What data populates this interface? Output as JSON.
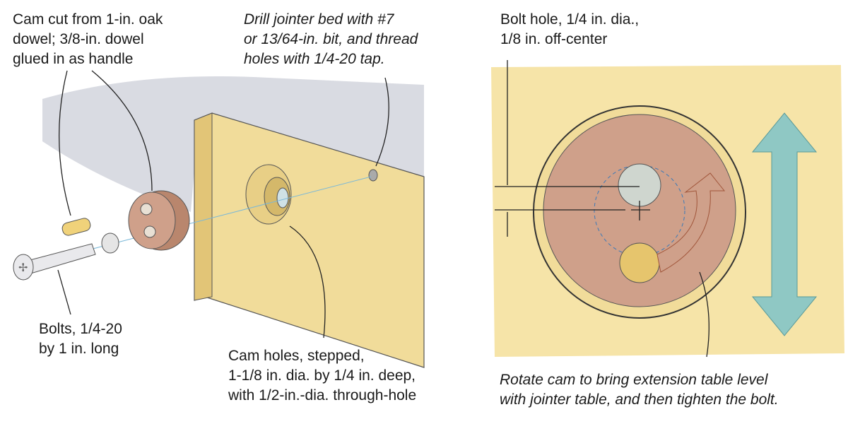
{
  "labels": {
    "cam_cut": [
      "Cam cut from 1-in. oak",
      "dowel; 3/8-in. dowel",
      "glued in as handle"
    ],
    "drill": [
      "Drill jointer bed with #7",
      "or 13/64-in. bit, and thread",
      "holes with 1/4-20 tap."
    ],
    "bolt_hole": [
      "Bolt hole, 1/4 in. dia.,",
      "1/8 in. off-center"
    ],
    "bolts": [
      "Bolts, 1/4-20",
      "by 1 in. long"
    ],
    "cam_holes": [
      "Cam holes, stepped,",
      "1-1/8 in. dia. by 1/4 in. deep,",
      "with 1/2-in.-dia. through-hole"
    ],
    "rotate": [
      "Rotate cam to bring extension table level",
      "with jointer table, and then tighten the bolt."
    ]
  },
  "colors": {
    "wood": "#f1dc9a",
    "cam": "#cfa08a",
    "arrow": "#8fc8c4",
    "shadow": "#d7d9e0"
  }
}
